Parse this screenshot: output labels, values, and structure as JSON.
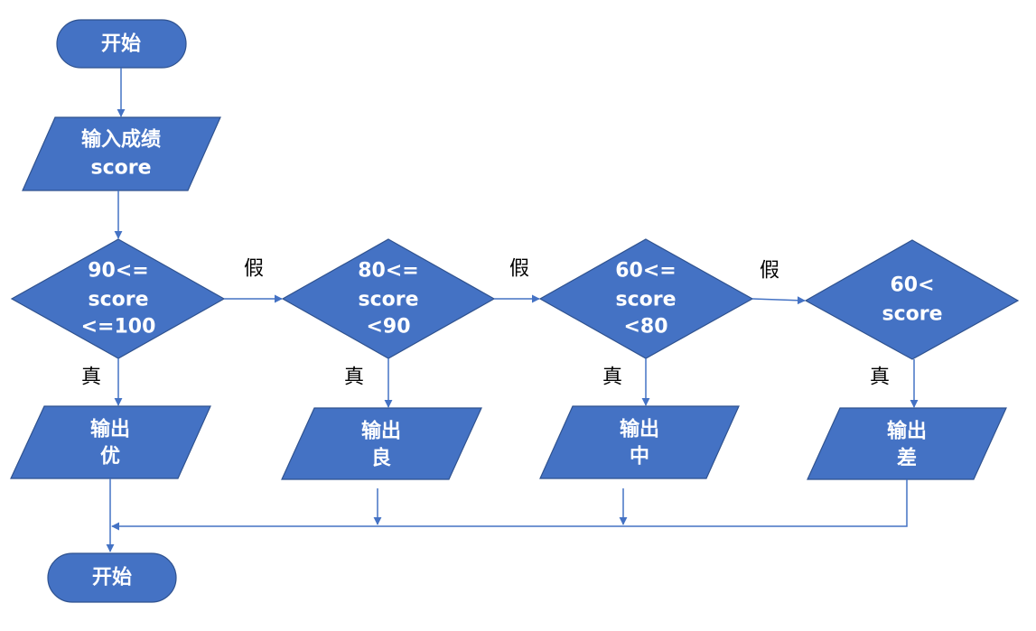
{
  "colors": {
    "shape_fill": "#4472C4",
    "shape_border": "#2F528F",
    "connector": "#4472C4",
    "shape_text": "#FFFFFF",
    "label_text": "#000000",
    "background": "#FFFFFF"
  },
  "nodes": {
    "start": {
      "lines": [
        "开始"
      ]
    },
    "input": {
      "lines": [
        "输入成绩",
        "score"
      ]
    },
    "cond1": {
      "lines": [
        "90<=",
        "score",
        "<=100"
      ]
    },
    "cond2": {
      "lines": [
        "80<=",
        "score",
        "<90"
      ]
    },
    "cond3": {
      "lines": [
        "60<=",
        "score",
        "<80"
      ]
    },
    "cond4": {
      "lines": [
        "60<",
        "score"
      ]
    },
    "out1": {
      "lines": [
        "输出",
        "优"
      ]
    },
    "out2": {
      "lines": [
        "输出",
        "良"
      ]
    },
    "out3": {
      "lines": [
        "输出",
        "中"
      ]
    },
    "out4": {
      "lines": [
        "输出",
        "差"
      ]
    },
    "end": {
      "lines": [
        "开始"
      ]
    }
  },
  "edge_labels": {
    "false_1": "假",
    "false_2": "假",
    "false_3": "假",
    "true_1": "真",
    "true_2": "真",
    "true_3": "真",
    "true_4": "真"
  }
}
